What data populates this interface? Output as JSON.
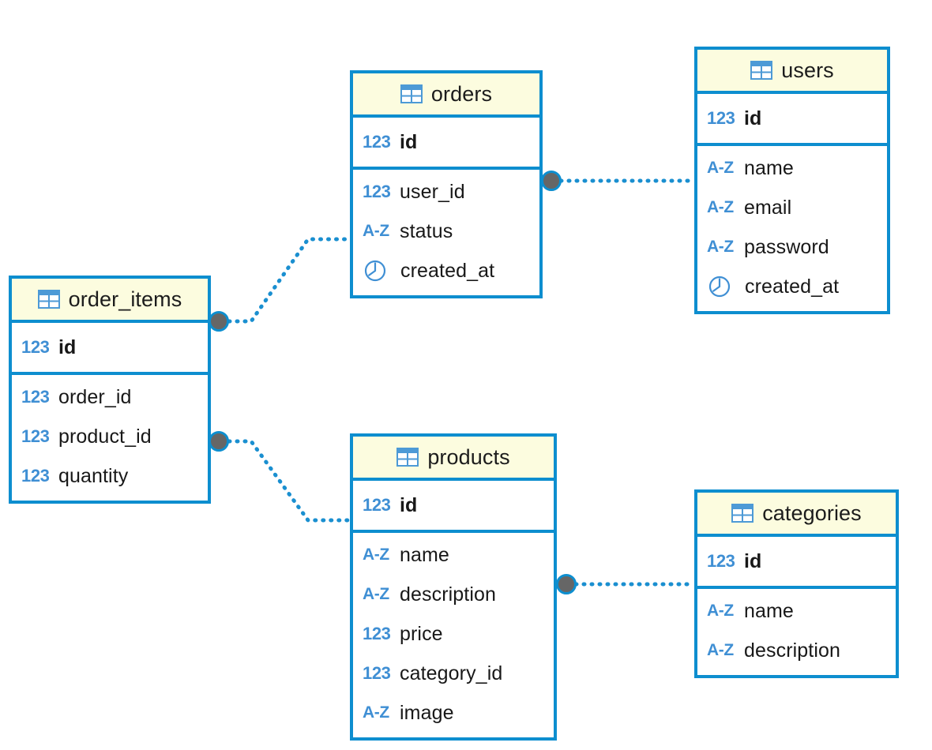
{
  "diagram": {
    "kind": "er-diagram",
    "background_color": "#ffffff",
    "border_color": "#0d8ecf",
    "header_background": "#fcfcdf",
    "type_icon_color": "#3f8fd4",
    "connector_dot_color": "#666666",
    "connector_line_color": "#1a8fd0"
  },
  "entities": [
    {
      "id": "orders",
      "name": "orders",
      "header_icon": "table-icon",
      "primary_keys": [
        {
          "name": "id",
          "type_icon": "123",
          "is_key": true
        }
      ],
      "fields": [
        {
          "name": "user_id",
          "type_icon": "123"
        },
        {
          "name": "status",
          "type_icon": "A-Z"
        },
        {
          "name": "created_at",
          "type_icon": "clock"
        }
      ]
    },
    {
      "id": "users",
      "name": "users",
      "header_icon": "table-icon",
      "primary_keys": [
        {
          "name": "id",
          "type_icon": "123",
          "is_key": true
        }
      ],
      "fields": [
        {
          "name": "name",
          "type_icon": "A-Z"
        },
        {
          "name": "email",
          "type_icon": "A-Z"
        },
        {
          "name": "password",
          "type_icon": "A-Z"
        },
        {
          "name": "created_at",
          "type_icon": "clock"
        }
      ]
    },
    {
      "id": "order_items",
      "name": "order_items",
      "header_icon": "table-icon",
      "primary_keys": [
        {
          "name": "id",
          "type_icon": "123",
          "is_key": true
        }
      ],
      "fields": [
        {
          "name": "order_id",
          "type_icon": "123"
        },
        {
          "name": "product_id",
          "type_icon": "123"
        },
        {
          "name": "quantity",
          "type_icon": "123"
        }
      ]
    },
    {
      "id": "products",
      "name": "products",
      "header_icon": "table-icon",
      "primary_keys": [
        {
          "name": "id",
          "type_icon": "123",
          "is_key": true
        }
      ],
      "fields": [
        {
          "name": "name",
          "type_icon": "A-Z"
        },
        {
          "name": "description",
          "type_icon": "A-Z"
        },
        {
          "name": "price",
          "type_icon": "123"
        },
        {
          "name": "category_id",
          "type_icon": "123"
        },
        {
          "name": "image",
          "type_icon": "A-Z"
        }
      ]
    },
    {
      "id": "categories",
      "name": "categories",
      "header_icon": "table-icon",
      "primary_keys": [
        {
          "name": "id",
          "type_icon": "123",
          "is_key": true
        }
      ],
      "fields": [
        {
          "name": "name",
          "type_icon": "A-Z"
        },
        {
          "name": "description",
          "type_icon": "A-Z"
        }
      ]
    }
  ],
  "relationships": [
    {
      "from": "orders",
      "to": "users",
      "from_field": "user_id",
      "to_field": "id"
    },
    {
      "from": "order_items",
      "to": "orders",
      "from_field": "order_id",
      "to_field": "id"
    },
    {
      "from": "order_items",
      "to": "products",
      "from_field": "product_id",
      "to_field": "id"
    },
    {
      "from": "products",
      "to": "categories",
      "from_field": "category_id",
      "to_field": "id"
    }
  ]
}
